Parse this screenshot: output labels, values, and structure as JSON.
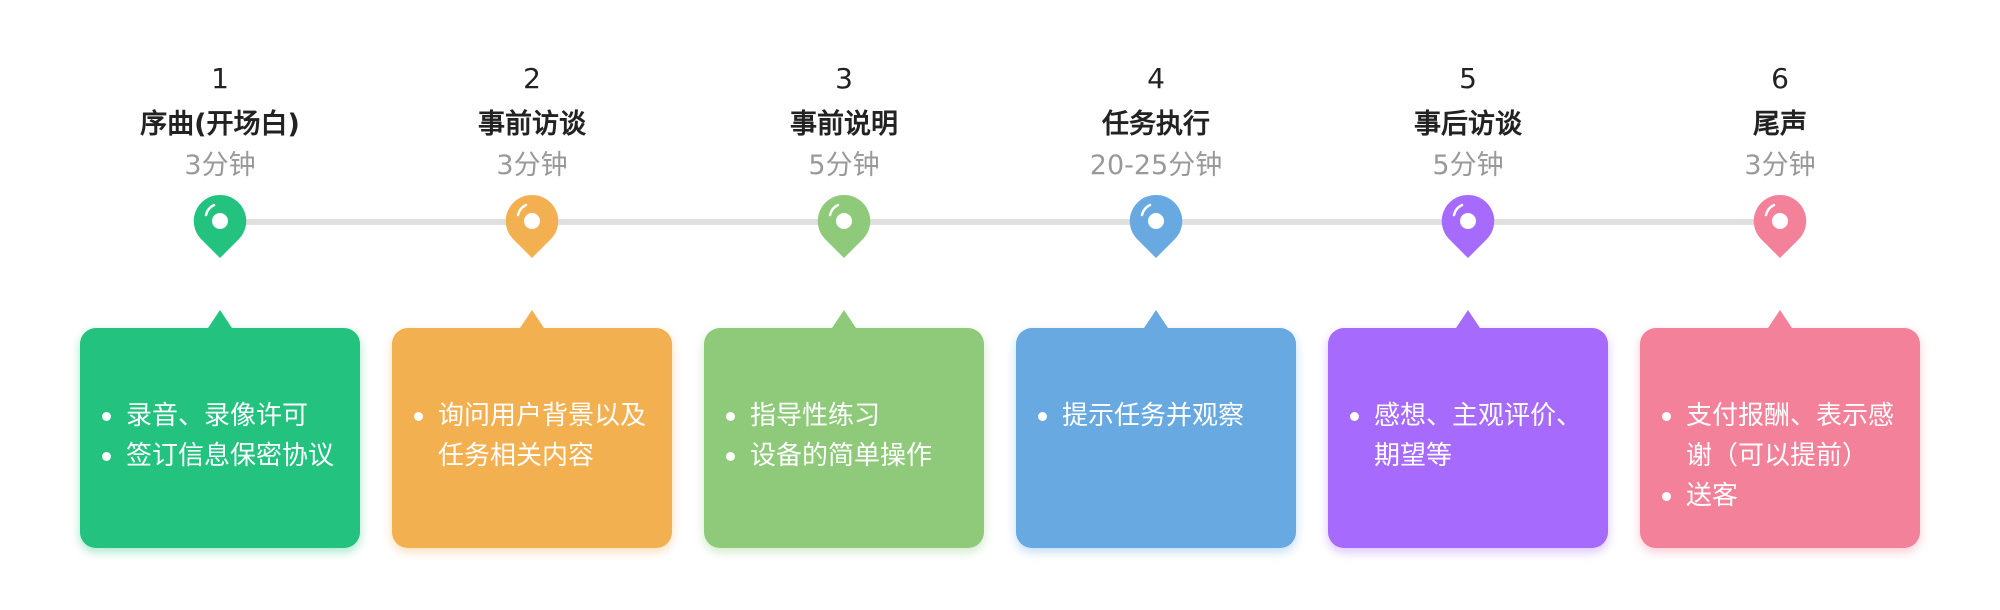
{
  "steps": [
    {
      "number": "1",
      "title": "序曲(开场白)",
      "duration": "3分钟",
      "color": "#23c27f",
      "items": [
        "录音、录像许可",
        "签订信息保密协议"
      ]
    },
    {
      "number": "2",
      "title": "事前访谈",
      "duration": "3分钟",
      "color": "#f2b050",
      "items": [
        "询问用户背景以及任务相关内容"
      ]
    },
    {
      "number": "3",
      "title": "事前说明",
      "duration": "5分钟",
      "color": "#8fca7a",
      "items": [
        "指导性练习",
        "设备的简单操作"
      ]
    },
    {
      "number": "4",
      "title": "任务执行",
      "duration": "20-25分钟",
      "color": "#67a9e0",
      "items": [
        "提示任务并观察"
      ]
    },
    {
      "number": "5",
      "title": "事后访谈",
      "duration": "5分钟",
      "color": "#a66bfc",
      "items": [
        "感想、主观评价、期望等"
      ]
    },
    {
      "number": "6",
      "title": "尾声",
      "duration": "3分钟",
      "color": "#f28199",
      "items": [
        "支付报酬、表示感谢（可以提前）",
        "送客"
      ]
    }
  ]
}
